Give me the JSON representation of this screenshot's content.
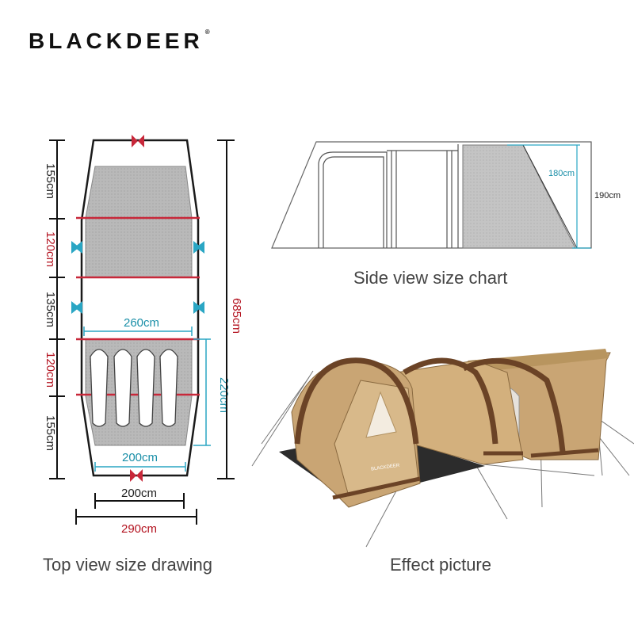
{
  "brand": {
    "name": "BLACKDEER",
    "mark": "®"
  },
  "top_view": {
    "caption": "Top view size drawing",
    "sections_left": [
      "155cm",
      "120cm",
      "135cm",
      "120cm",
      "155cm"
    ],
    "total_length": "685cm",
    "inner_width_top": "260cm",
    "inner_width_bottom": "200cm",
    "inner_depth": "220cm",
    "base_width": "200cm",
    "outer_width": "290cm"
  },
  "side_view": {
    "caption": "Side view size chart",
    "inner_height": "180cm",
    "outer_height": "190cm"
  },
  "effect": {
    "caption": "Effect picture",
    "tent_logo": "BLACKDEER"
  },
  "colors": {
    "frame": "#1a1a1a",
    "tape_red": "#c8283a",
    "cyan": "#2aa6c4",
    "floor_gray": "#b8b8b8",
    "tent_tan": "#c9a574",
    "tent_brown": "#6b4326"
  }
}
